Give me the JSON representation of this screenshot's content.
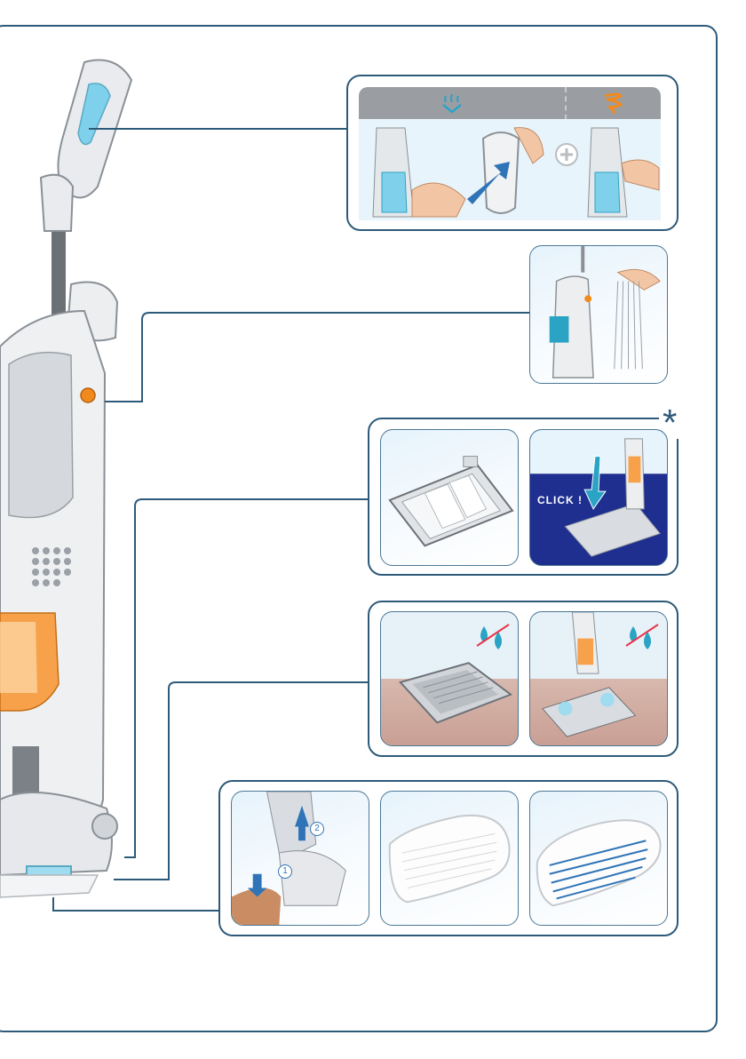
{
  "labels": {
    "click": "CLICK !",
    "asterisk": "*",
    "step_1": "1",
    "step_2": "2"
  },
  "colors": {
    "frame": "#2e5a7a",
    "accent_blue": "#2ba3c4",
    "accent_orange": "#f08a1c",
    "floor_mat": "#1f2f8f"
  },
  "icons": {
    "steam": "steam-icon",
    "swirl": "swirl-icon",
    "plus": "plus-icon",
    "water_drops": "water-drops-icon"
  }
}
